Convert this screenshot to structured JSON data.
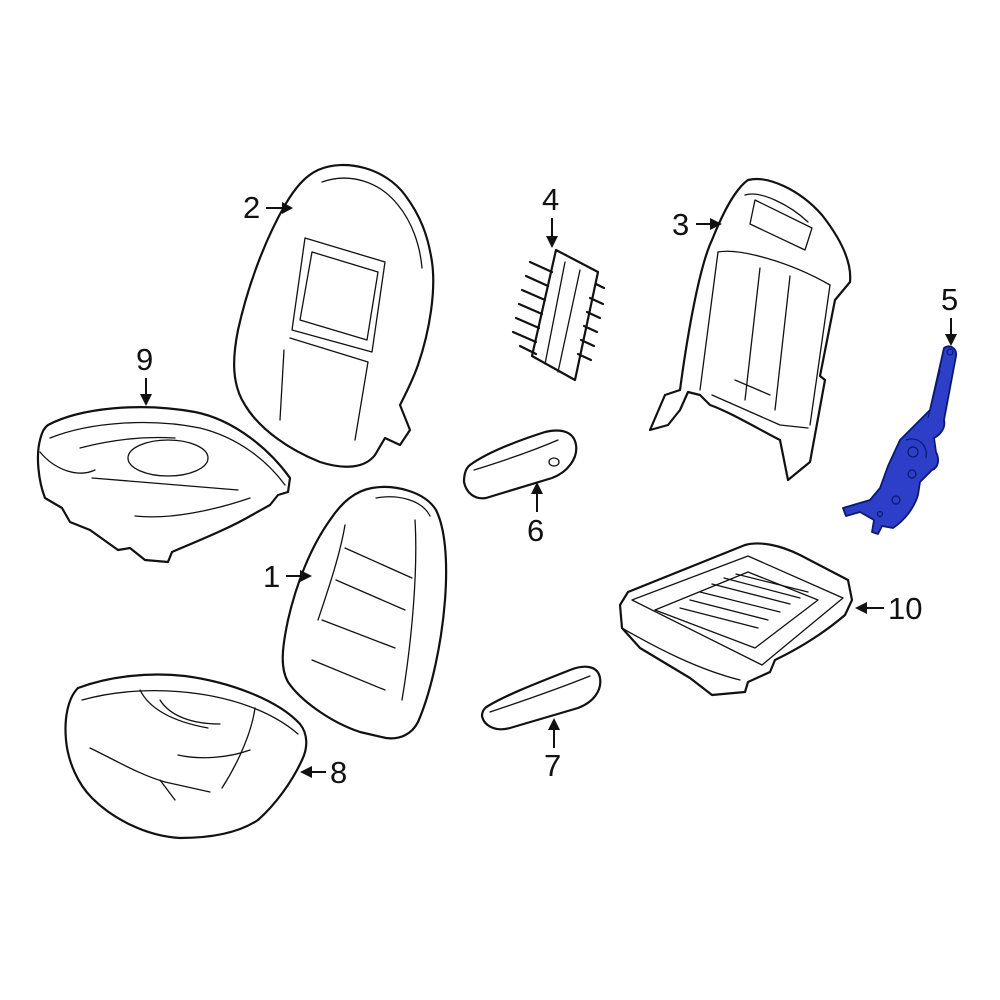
{
  "diagram": {
    "highlight_color": "#2d3ec9",
    "callouts": [
      {
        "id": "1",
        "label": "1"
      },
      {
        "id": "2",
        "label": "2"
      },
      {
        "id": "3",
        "label": "3"
      },
      {
        "id": "4",
        "label": "4"
      },
      {
        "id": "5",
        "label": "5"
      },
      {
        "id": "6",
        "label": "6"
      },
      {
        "id": "7",
        "label": "7"
      },
      {
        "id": "8",
        "label": "8"
      },
      {
        "id": "9",
        "label": "9"
      },
      {
        "id": "10",
        "label": "10"
      }
    ],
    "highlighted_part": "5"
  }
}
